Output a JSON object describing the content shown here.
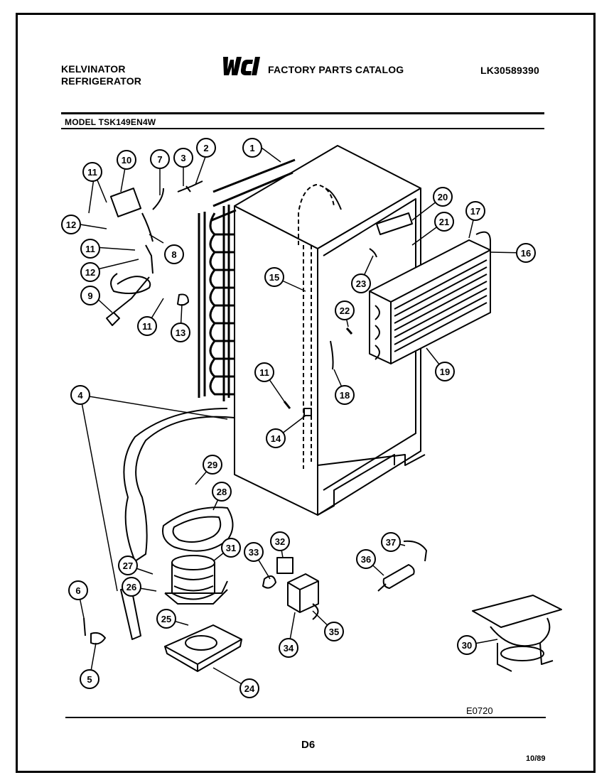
{
  "header": {
    "brand": "KELVINATOR",
    "product": "REFRIGERATOR",
    "catalog_title": "FACTORY PARTS CATALOG",
    "logo_text": "WCI",
    "catalog_number": "LK30589390",
    "model_label": "MODEL TSK149EN4W"
  },
  "footer": {
    "figure_code": "E0720",
    "page_code": "D6",
    "date": "10/89"
  },
  "callouts": [
    "1",
    "2",
    "3",
    "4",
    "5",
    "6",
    "7",
    "8",
    "9",
    "10",
    "11",
    "12",
    "13",
    "14",
    "15",
    "16",
    "17",
    "18",
    "19",
    "20",
    "21",
    "22",
    "23",
    "24",
    "25",
    "26",
    "27",
    "28",
    "29",
    "30",
    "31",
    "32",
    "33",
    "34",
    "35",
    "36",
    "37"
  ]
}
